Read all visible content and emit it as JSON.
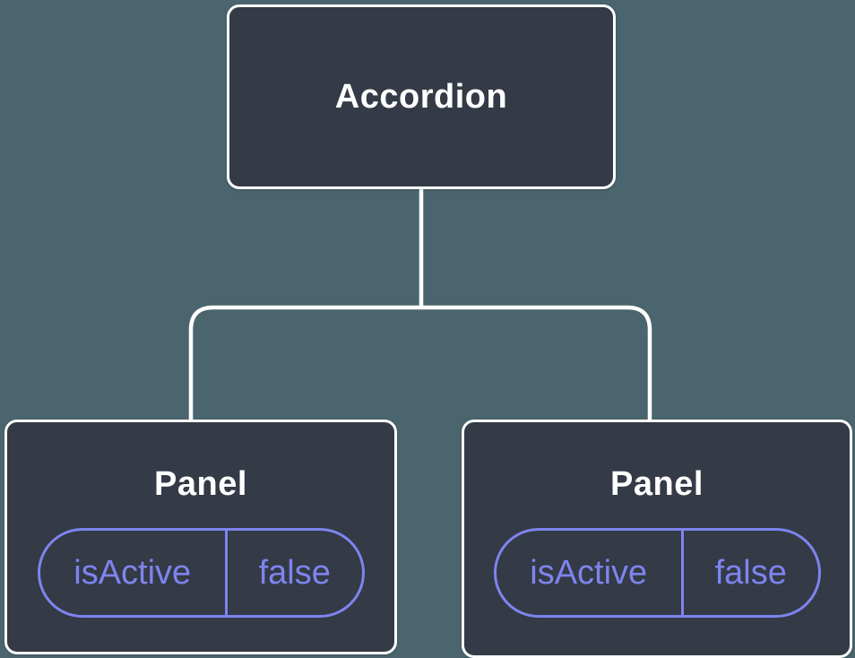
{
  "diagram": {
    "root": {
      "label": "Accordion"
    },
    "children": [
      {
        "label": "Panel",
        "state": {
          "key": "isActive",
          "value": "false"
        }
      },
      {
        "label": "Panel",
        "state": {
          "key": "isActive",
          "value": "false"
        }
      }
    ]
  },
  "colors": {
    "canvas_background": "#4a656e",
    "node_background": "#343a46",
    "node_border": "#ffffff",
    "connector": "#ffffff",
    "state_accent": "#7e84ee",
    "title_text": "#ffffff"
  }
}
